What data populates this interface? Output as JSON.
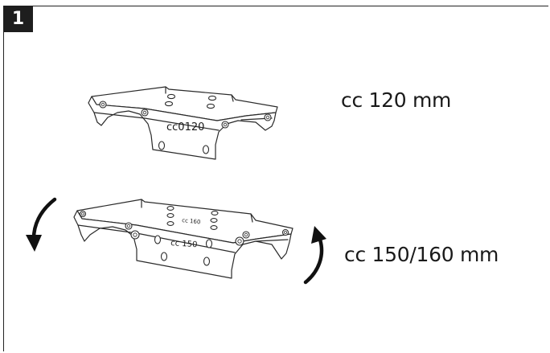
{
  "step": {
    "number": "1"
  },
  "plates": [
    {
      "label": "cc 120 mm",
      "engraving": "cc0120"
    },
    {
      "label": "cc 150/160 mm",
      "engraving": "cc 150",
      "engraving_small": "cc 160"
    }
  ],
  "icons": {
    "rotate_arrows": [
      "rotate-left-arrow-icon",
      "rotate-right-arrow-icon"
    ]
  }
}
